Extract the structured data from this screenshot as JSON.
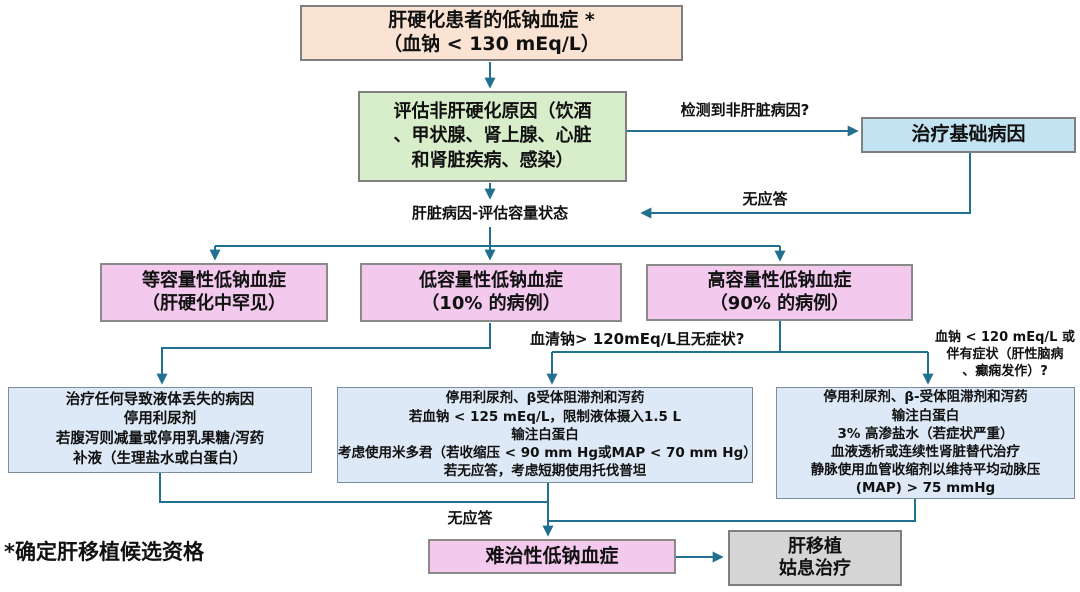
{
  "colors": {
    "connector": "#21708f",
    "start_fill": "#fbe3d4",
    "evaluate_fill": "#d8edc9",
    "treat_underlying_fill": "#c2e4f2",
    "category_fill": "#f3c9ee",
    "treatment_fill": "#dde9f6",
    "transplant_fill": "#d5d5d5",
    "border_gray": "#7f7f7f"
  },
  "nodes": {
    "start": {
      "lines": [
        "肝硬化患者的低钠血症 *",
        "（血钠 < 130 mEq/L）"
      ]
    },
    "evaluate": {
      "lines": [
        "评估非肝硬化原因（饮酒",
        "、甲状腺、肾上腺、心脏",
        "和肾脏疾病、感染）"
      ]
    },
    "treat_underlying": {
      "label": "治疗基础病因"
    },
    "isovolemic": {
      "lines": [
        "等容量性低钠血症",
        "（肝硬化中罕见）"
      ]
    },
    "hypovolemic": {
      "lines": [
        "低容量性低钠血症",
        "（10% 的病例）"
      ]
    },
    "hypervolemic": {
      "lines": [
        "高容量性低钠血症",
        "（90% 的病例）"
      ]
    },
    "hypovolemic_treatment": {
      "lines": [
        "治疗任何导致液体丢失的病因",
        "停用利尿剂",
        "若腹泻则减量或停用乳果糖/泻药",
        "补液（生理盐水或白蛋白）"
      ]
    },
    "hypervolemic_moderate_treatment": {
      "lines": [
        "停用利尿剂、β受体阻滞剂和泻药",
        "若血钠 < 125 mEq/L，限制液体摄入1.5 L",
        "输注白蛋白",
        "考虑使用米多君（若收缩压 < 90 mm Hg或MAP < 70 mm Hg）",
        "若无应答，考虑短期使用托伐普坦"
      ]
    },
    "hypervolemic_severe_treatment": {
      "lines": [
        "停用利尿剂、β-受体阻滞剂和泻药",
        "输注白蛋白",
        "3% 高渗盐水（若症状严重）",
        "血液透析或连续性肾脏替代治疗",
        "静脉使用血管收缩剂以维持平均动脉压",
        "(MAP) > 75 mmHg"
      ]
    },
    "refractory": {
      "label": "难治性低钠血症"
    },
    "transplant": {
      "lines": [
        "肝移植",
        "姑息治疗"
      ]
    }
  },
  "labels": {
    "nonhepatic_detected": "检测到非肝脏病因?",
    "no_response_top": "无应答",
    "hepatic_cause": "肝脏病因-评估容量状态",
    "asymptomatic_question": "血清钠> 120mEq/L且无症状?",
    "symptomatic_question": {
      "lines": [
        "血钠 < 120 mEq/L 或",
        "伴有症状（肝性脑病",
        "、癫痫发作）?"
      ]
    },
    "no_response_bottom": "无应答",
    "footnote": "*确定肝移植候选资格"
  }
}
